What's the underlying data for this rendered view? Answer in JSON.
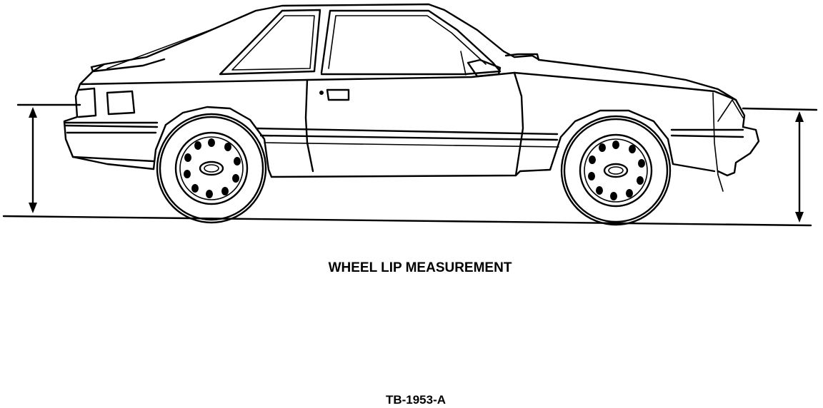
{
  "diagram": {
    "title": "WHEEL LIP MEASUREMENT",
    "figure_code": "TB-1953-A",
    "subject": "car-side-view",
    "annotations": [
      {
        "name": "rear-height-dimension",
        "type": "vertical-arrow"
      },
      {
        "name": "front-height-dimension",
        "type": "vertical-arrow"
      }
    ]
  }
}
